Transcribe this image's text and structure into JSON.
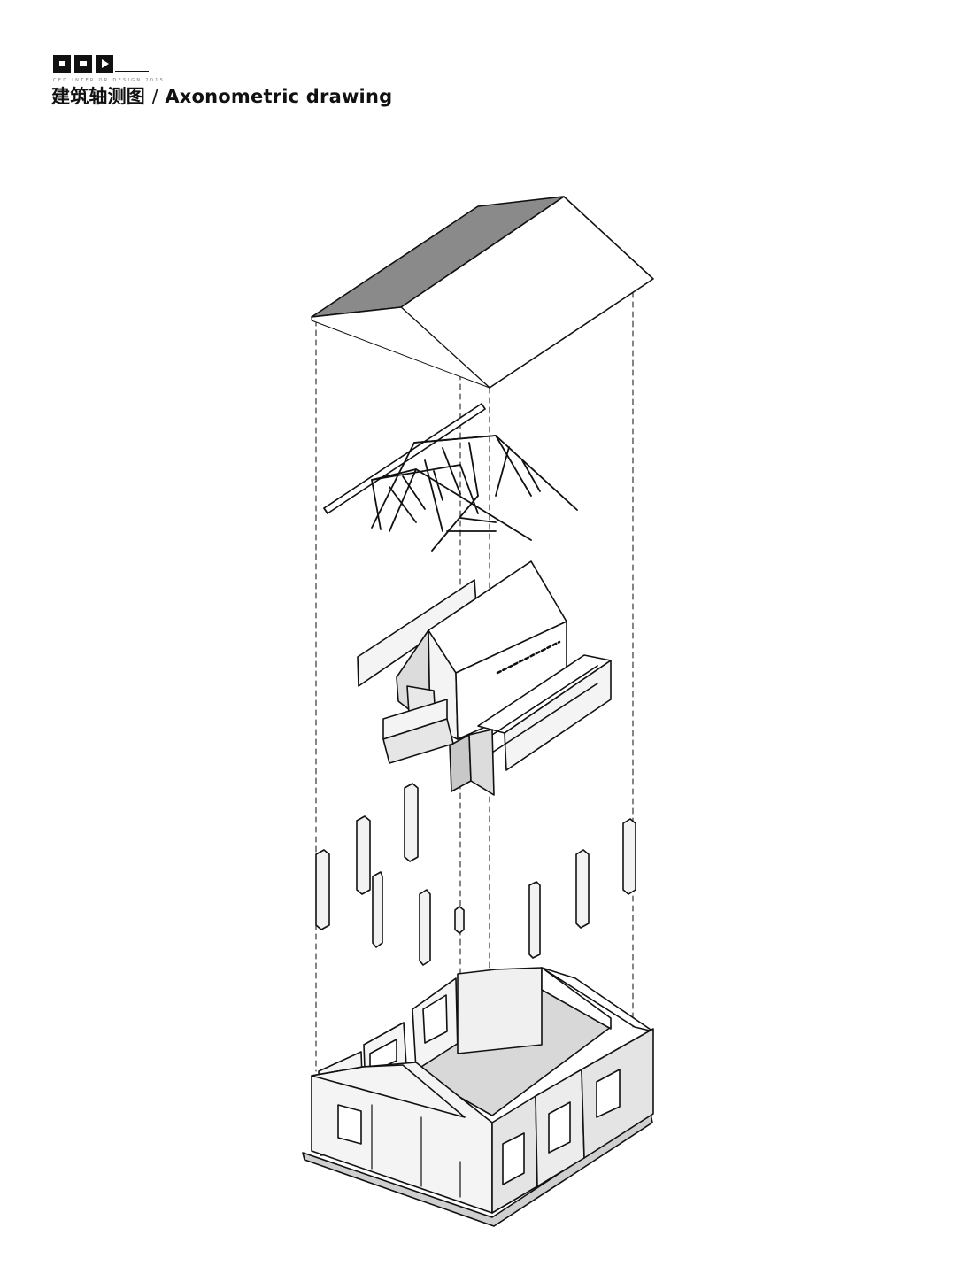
{
  "header": {
    "logo_icon": "logo-squares-icon",
    "tagline": "CED INTERIOR DESIGN 2015",
    "title_cn": "建筑轴测图",
    "title_sep": "/",
    "title_en": "Axonometric drawing"
  },
  "drawing": {
    "layers": [
      "roof",
      "truss",
      "upper-volume",
      "columns",
      "ground-floor"
    ],
    "colors": {
      "line": "#111111",
      "roof_dark": "#8a8a8a",
      "face": "#f4f4f4",
      "shade": "#dcdcdc",
      "shade_dark": "#c8c8c8"
    }
  }
}
